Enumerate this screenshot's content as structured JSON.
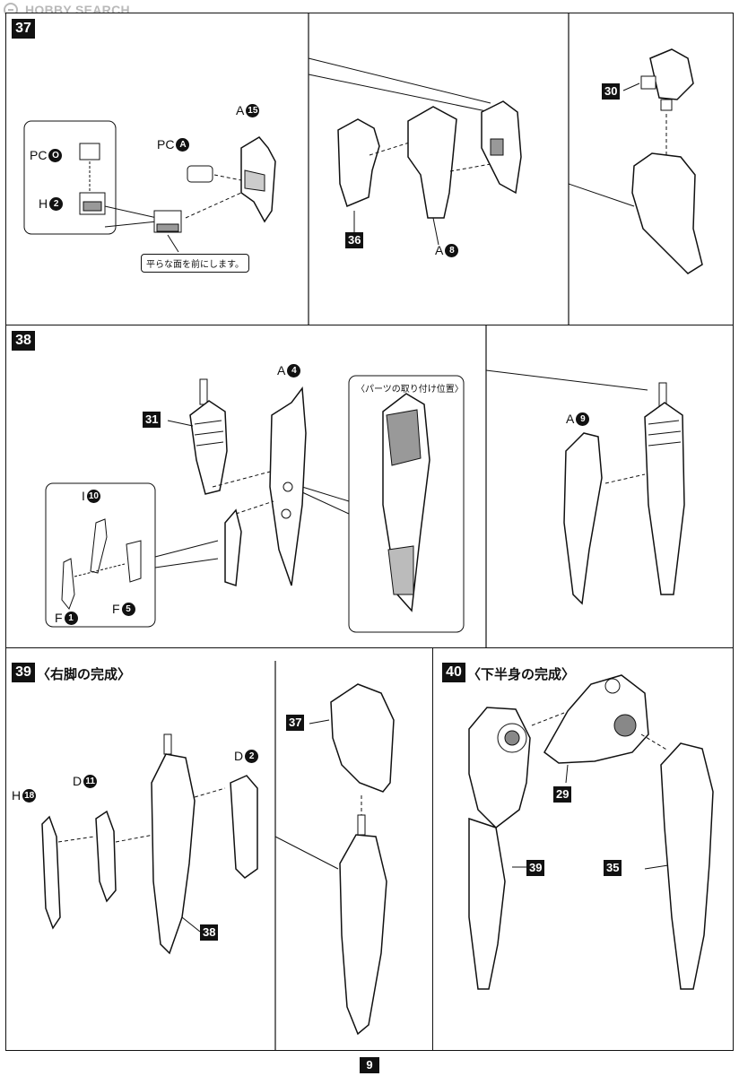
{
  "watermark": {
    "brand": "HOBBY SEARCH"
  },
  "steps": {
    "s37": {
      "number": "37",
      "labels": {
        "pc_o": {
          "prefix": "PC",
          "num": "O"
        },
        "h2": {
          "prefix": "H",
          "num": "2"
        },
        "pc_a": {
          "prefix": "PC",
          "num": "A"
        },
        "a15": {
          "prefix": "A",
          "num": "15"
        },
        "a8": {
          "prefix": "A",
          "num": "8"
        }
      },
      "badges": {
        "b36": "36",
        "b30": "30"
      },
      "note": "平らな面を前にします。"
    },
    "s38": {
      "number": "38",
      "labels": {
        "a4": {
          "prefix": "A",
          "num": "4"
        },
        "i10": {
          "prefix": "I",
          "num": "10"
        },
        "f1": {
          "prefix": "F",
          "num": "1"
        },
        "f5": {
          "prefix": "F",
          "num": "5"
        },
        "a9": {
          "prefix": "A",
          "num": "9"
        }
      },
      "badges": {
        "b31": "31"
      },
      "inset_label": "〈パーツの取り付け位置〉"
    },
    "s39": {
      "number": "39",
      "title": "〈右脚の完成〉",
      "labels": {
        "d2": {
          "prefix": "D",
          "num": "2"
        },
        "h18": {
          "prefix": "H",
          "num": "18"
        },
        "d11": {
          "prefix": "D",
          "num": "11"
        }
      },
      "badges": {
        "b37": "37",
        "b38": "38"
      }
    },
    "s40": {
      "number": "40",
      "title": "〈下半身の完成〉",
      "badges": {
        "b29": "29",
        "b39": "39",
        "b35": "35"
      }
    }
  },
  "page_number": "9"
}
